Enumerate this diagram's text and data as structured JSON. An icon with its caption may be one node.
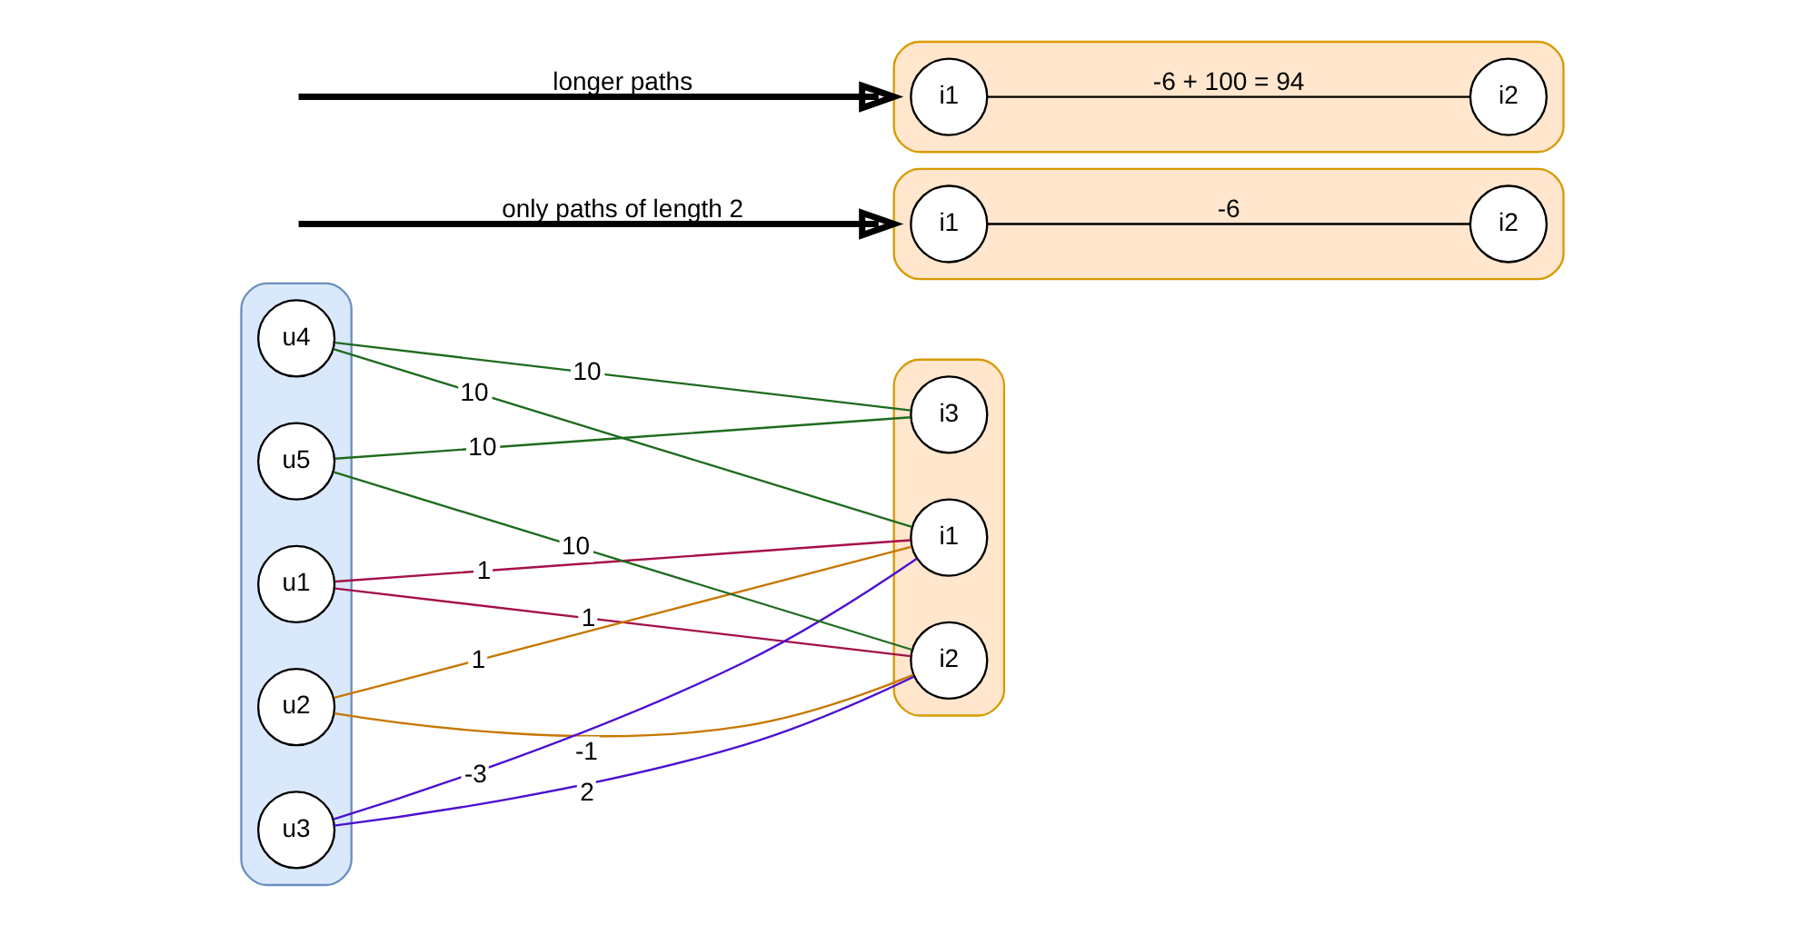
{
  "diagram": {
    "nodes": [
      {
        "text": [],
        "shape": "ellipse"
      },
      {
        "text": [
          "u4"
        ],
        "in": 0
      },
      {
        "text": [
          "u1"
        ],
        "in": 0
      },
      {
        "text": [
          "u2"
        ],
        "in": 0
      },
      {
        "text": [
          "u3"
        ],
        "in": 0
      },
      {
        "text": [
          "u5"
        ],
        "in": 0
      },
      {
        "text": [],
        "shape": "ellipse"
      },
      {
        "text": [
          "i1"
        ],
        "in": 6
      },
      {
        "text": [
          "i3"
        ],
        "in": 6
      },
      {
        "text": [
          "i2"
        ],
        "in": 6
      },
      {
        "text": [],
        "shape": "ellipse"
      },
      {
        "text": [
          "i1"
        ],
        "in": 10
      },
      {
        "text": [
          "i2"
        ],
        "in": 10
      },
      {
        "text": [],
        "shape": "ellipse"
      },
      {
        "text": [
          "i1"
        ],
        "in": 13
      },
      {
        "text": [
          "i2"
        ],
        "in": 13
      }
    ],
    "edges": [
      {
        "from": 1,
        "to": 7,
        "arrow": "none",
        "label": "10",
        "color": "#1e6b1e"
      },
      {
        "from": 1,
        "to": 8,
        "arrow": "none",
        "label": "10",
        "color": "#1e6b1e"
      },
      {
        "from": 2,
        "to": 7,
        "arrow": "none",
        "label": "1",
        "color": "#a50f4a"
      },
      {
        "from": 2,
        "to": 9,
        "arrow": "none",
        "label": "1",
        "color": "#a50f4a"
      },
      {
        "from": 3,
        "to": 7,
        "arrow": "none",
        "label": "1",
        "color": "#c77700"
      },
      {
        "from": 3,
        "to": 9,
        "arrow": "none",
        "label": "-1",
        "color": "#c77700"
      },
      {
        "from": 4,
        "to": 7,
        "arrow": "none",
        "label": "-3",
        "color": "#4a0fd1"
      },
      {
        "from": 4,
        "to": 9,
        "arrow": "none",
        "label": "2",
        "color": "#4a0fd1"
      },
      {
        "from": 5,
        "to": 8,
        "arrow": "none",
        "label": "10",
        "color": "#1e6b1e"
      },
      {
        "from": 5,
        "to": 9,
        "arrow": "none",
        "label": "10",
        "color": "#1e6b1e"
      },
      {
        "from": null,
        "to": 10,
        "arrow": "to",
        "label": "only paths of length 2",
        "style": "thick",
        "color": "#000000"
      },
      {
        "from": null,
        "to": 13,
        "arrow": "to",
        "label": "longer paths",
        "style": "thick",
        "color": "#000000"
      },
      {
        "from": 11,
        "to": 12,
        "arrow": "none",
        "label": "-6",
        "color": "#000000"
      },
      {
        "from": 14,
        "to": 15,
        "arrow": "none",
        "label": "-6 + 100 = 94",
        "color": "#000000"
      }
    ]
  }
}
